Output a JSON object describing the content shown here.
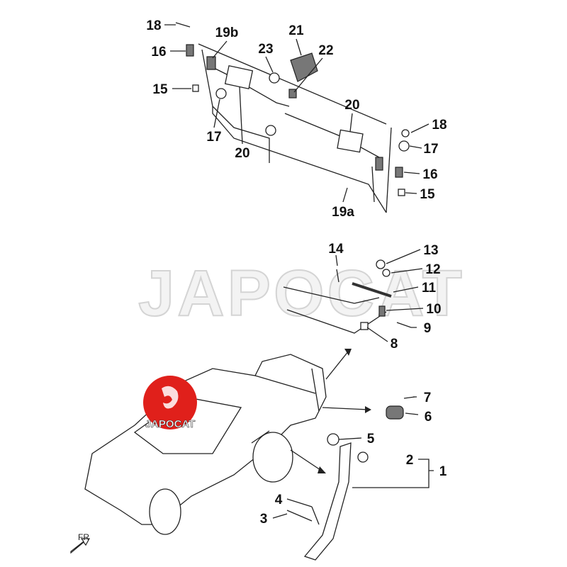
{
  "watermark": "JAPOCAT",
  "logo_text": "JAPOCAT",
  "direction_label": "FR",
  "colors": {
    "logo": "#e0201b",
    "lines": "#222222"
  },
  "callouts": {
    "c18a": "18",
    "c19b": "19b",
    "c21": "21",
    "c16a": "16",
    "c23": "23",
    "c22": "22",
    "c15a": "15",
    "c17a": "17",
    "c20a": "20",
    "c20b": "20",
    "c18b": "18",
    "c17b": "17",
    "c16b": "16",
    "c15b": "15",
    "c19a": "19a",
    "c14": "14",
    "c13": "13",
    "c12": "12",
    "c11": "11",
    "c10": "10",
    "c9": "9",
    "c8": "8",
    "c7": "7",
    "c6": "6",
    "c5": "5",
    "c2": "2",
    "c1": "1",
    "c4": "4",
    "c3": "3"
  }
}
